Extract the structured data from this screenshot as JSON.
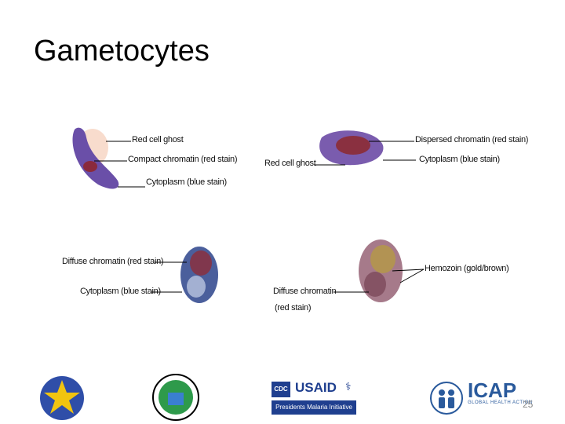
{
  "title": "Gametocytes",
  "slide_number": "25",
  "panels": {
    "top_left": {
      "labels": [
        "Red cell ghost",
        "Compact chromatin (red stain)",
        "Cytoplasm (blue stain)"
      ]
    },
    "top_right": {
      "labels": [
        "Dispersed chromatin (red stain)",
        "Red cell ghost",
        "Cytoplasm (blue stain)"
      ]
    },
    "bottom_left": {
      "labels": [
        "Diffuse chromatin (red stain)",
        "Cytoplasm (blue stain)"
      ]
    },
    "bottom_right": {
      "labels": [
        "Hemozoin (gold/brown)",
        "Diffuse chromatin",
        "(red stain)"
      ]
    }
  },
  "logos": {
    "cdc": "CDC",
    "usaid": "USAID",
    "pmi": "Presidents Malaria Initiative",
    "icap": "ICAP",
    "icap_sub": "GLOBAL HEALTH ACTION"
  },
  "colors": {
    "parasite_purple": "#6a4fa8",
    "chromatin_red": "#9b2c3a",
    "ghost_peach": "#f6d4c4"
  }
}
